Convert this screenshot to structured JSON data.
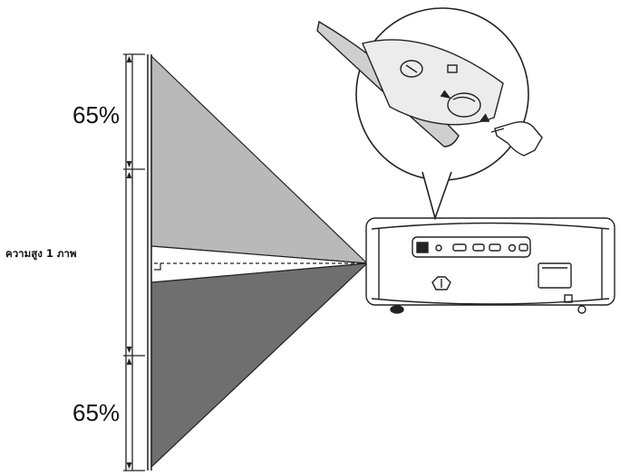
{
  "labels": {
    "top_percent": "65%",
    "bottom_percent": "65%",
    "image_height": "ความสูง 1 ภาพ"
  },
  "colors": {
    "upper_shift": "#b8b8b8",
    "lower_shift": "#6e6e6e",
    "line": "#222222"
  },
  "icons": {
    "projector": "projector-icon",
    "lens_shift_dial": "lens-shift-dial-icon",
    "hand": "hand-icon"
  }
}
